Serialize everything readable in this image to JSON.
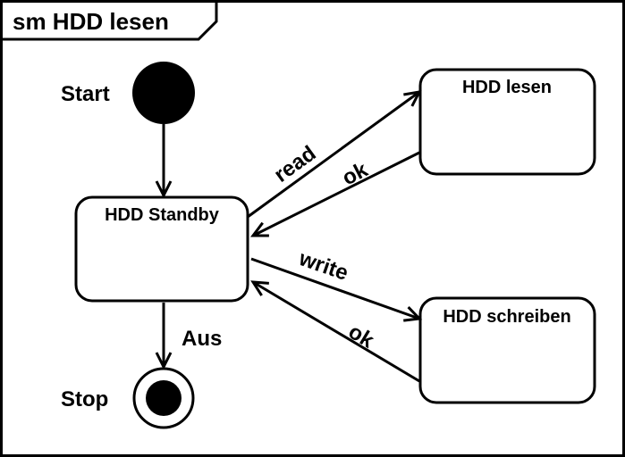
{
  "frame": {
    "title": "sm HDD lesen"
  },
  "nodes": {
    "start": {
      "label": "Start"
    },
    "stop": {
      "label": "Stop"
    }
  },
  "states": {
    "standby": {
      "label": "HDD Standby"
    },
    "lesen": {
      "label": "HDD lesen"
    },
    "schreiben": {
      "label": "HDD schreiben"
    }
  },
  "transitions": {
    "standby_to_lesen": {
      "label": "read"
    },
    "lesen_to_standby": {
      "label": "ok"
    },
    "standby_to_schreiben": {
      "label": "write"
    },
    "schreiben_to_standby": {
      "label": "ok"
    },
    "standby_to_stop": {
      "label": "Aus"
    }
  },
  "colors": {
    "stroke": "#000000",
    "fill": "#ffffff"
  }
}
